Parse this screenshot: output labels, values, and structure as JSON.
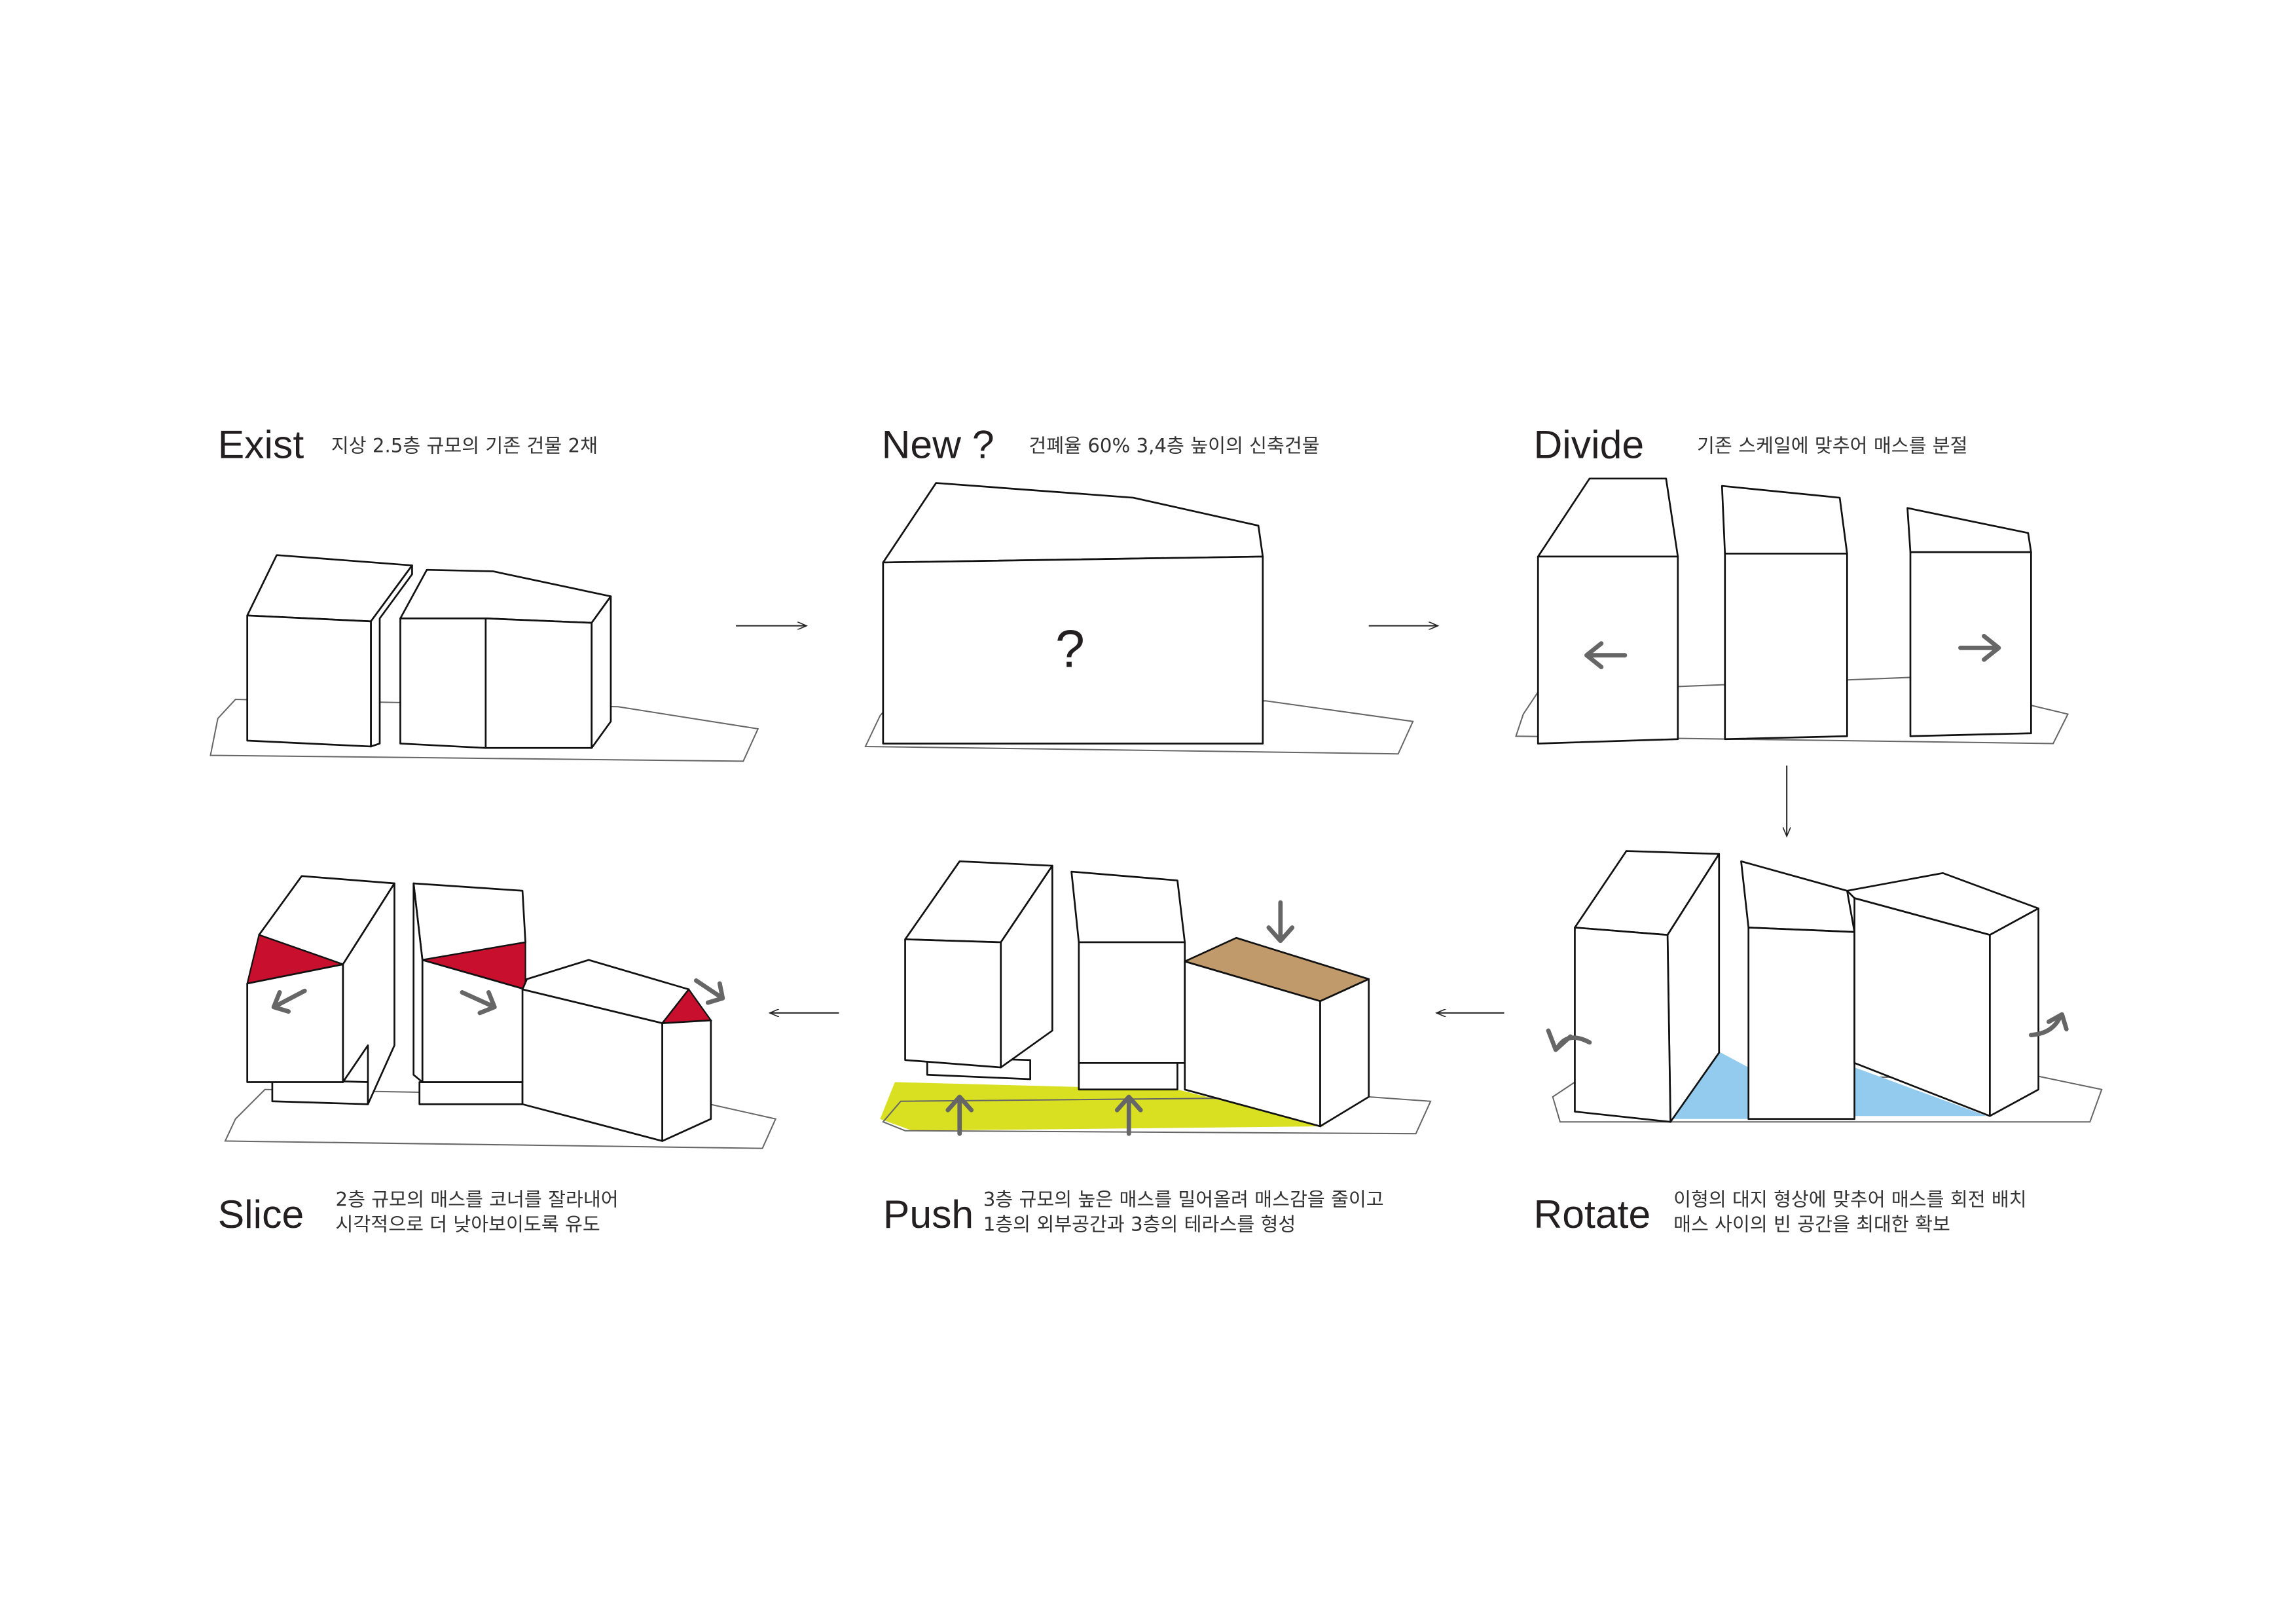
{
  "colors": {
    "slice": "#c8102e",
    "push_ground": "#d9e021",
    "push_terrace": "#c19a6b",
    "rotate_gap": "#92cbee",
    "move_arrow": "#666666"
  },
  "steps": [
    {
      "title": "Exist",
      "desc": [
        "지상 2.5층 규모의 기존 건물 2채"
      ]
    },
    {
      "title": "New ?",
      "desc": [
        "건폐율 60% 3,4층 높이의 신축건물"
      ],
      "mark": "?"
    },
    {
      "title": "Divide",
      "desc": [
        "기존 스케일에 맞추어 매스를 분절"
      ]
    },
    {
      "title": "Rotate",
      "desc": [
        "이형의 대지 형상에 맞추어 매스를 회전 배치",
        "매스 사이의 빈 공간을 최대한 확보"
      ]
    },
    {
      "title": "Push",
      "desc": [
        "3층 규모의 높은 매스를 밀어올려 매스감을 줄이고",
        "1층의 외부공간과 3층의 테라스를 형성"
      ]
    },
    {
      "title": "Slice",
      "desc": [
        "2층 규모의 매스를 코너를 잘라내어",
        "시각적으로 더 낮아보이도록 유도"
      ]
    }
  ]
}
